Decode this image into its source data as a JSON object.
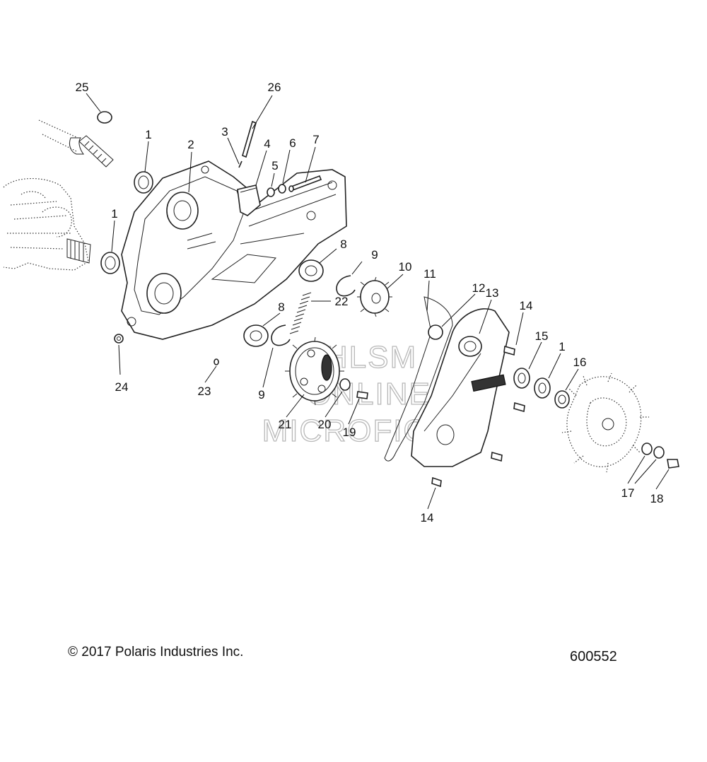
{
  "callouts": [
    {
      "id": "25",
      "label": "25"
    },
    {
      "id": "26",
      "label": "26"
    },
    {
      "id": "1a",
      "label": "1"
    },
    {
      "id": "2",
      "label": "2"
    },
    {
      "id": "3",
      "label": "3"
    },
    {
      "id": "4",
      "label": "4"
    },
    {
      "id": "5",
      "label": "5"
    },
    {
      "id": "6",
      "label": "6"
    },
    {
      "id": "7",
      "label": "7"
    },
    {
      "id": "1b",
      "label": "1"
    },
    {
      "id": "8a",
      "label": "8"
    },
    {
      "id": "9a",
      "label": "9"
    },
    {
      "id": "10",
      "label": "10"
    },
    {
      "id": "11",
      "label": "11"
    },
    {
      "id": "12",
      "label": "12"
    },
    {
      "id": "13",
      "label": "13"
    },
    {
      "id": "14a",
      "label": "14"
    },
    {
      "id": "15",
      "label": "15"
    },
    {
      "id": "1c",
      "label": "1"
    },
    {
      "id": "16",
      "label": "16"
    },
    {
      "id": "8b",
      "label": "8"
    },
    {
      "id": "22",
      "label": "22"
    },
    {
      "id": "24",
      "label": "24"
    },
    {
      "id": "23",
      "label": "23"
    },
    {
      "id": "9b",
      "label": "9"
    },
    {
      "id": "21",
      "label": "21"
    },
    {
      "id": "20",
      "label": "20"
    },
    {
      "id": "19",
      "label": "19"
    },
    {
      "id": "17",
      "label": "17"
    },
    {
      "id": "18",
      "label": "18"
    },
    {
      "id": "14b",
      "label": "14"
    }
  ],
  "watermark": [
    "HLSM",
    "ONLINE",
    "MICROFICHE"
  ],
  "footer": {
    "copyright": "© 2017 Polaris Industries Inc.",
    "diagram_number": "600552"
  }
}
